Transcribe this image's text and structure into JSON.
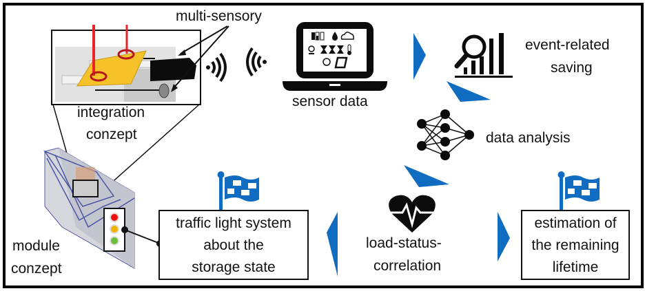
{
  "labels": {
    "multi_sensory": "multi-sensory",
    "integration_line1": "integration",
    "integration_line2": "conzept",
    "module_line1": "module",
    "module_line2": "conzept",
    "sensor_data": "sensor data",
    "event_line1": "event-related",
    "event_line2": "saving",
    "data_analysis": "data analysis",
    "load_line1": "load-status-",
    "load_line2": "correlation"
  },
  "boxes": {
    "traffic": [
      "traffic light system",
      "about the",
      "storage state"
    ],
    "lifetime": [
      "estimation of",
      "the remaining",
      "lifetime"
    ]
  },
  "colors": {
    "accent_blue": "#0f6cc0",
    "chip_yellow": "#f5c22a",
    "laser_red": "#e8262a",
    "light_red": "#e11",
    "light_yellow": "#f0b400",
    "light_green": "#6cbf3c"
  },
  "icons": {
    "laptop_screen": [
      "battery-icon",
      "droplet-icon",
      "cloud-icon",
      "gauge-icon",
      "hourglass-icon",
      "thermometer-icon",
      "speedometer-icon",
      "tablet-icon"
    ]
  }
}
